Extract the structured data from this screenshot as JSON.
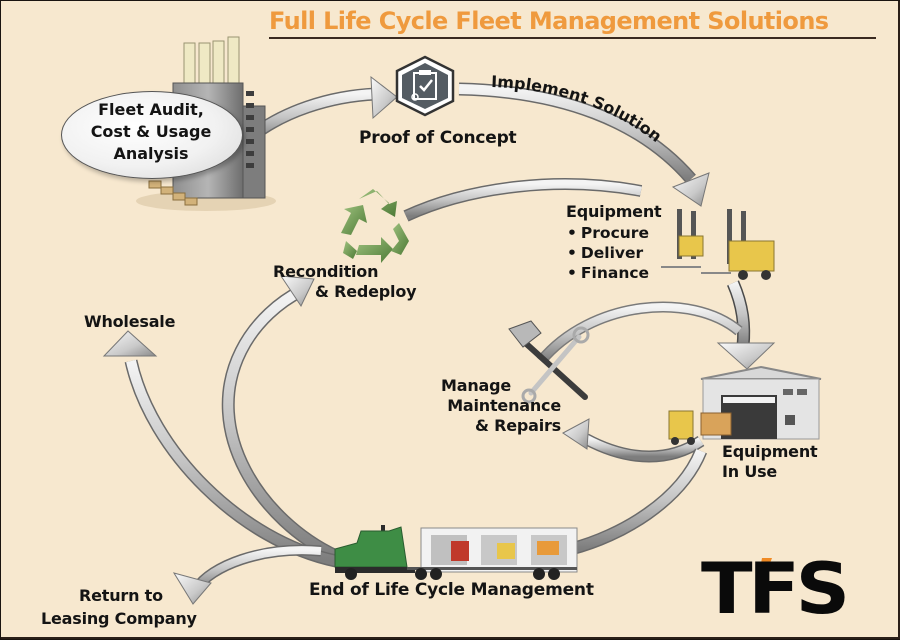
{
  "title": "Full Life Cycle Fleet Management Solutions",
  "colors": {
    "background": "#f7e8cf",
    "title": "#ef9a3e",
    "arrow": "#c8c8c8",
    "recycle": "#6f9a52",
    "truck_cab": "#3e8d45",
    "logo_accent": "#f08a24",
    "text": "#141414"
  },
  "stages": {
    "audit": {
      "lines": [
        "Fleet Audit,",
        "Cost & Usage",
        "Analysis"
      ],
      "icon": "factory-icon"
    },
    "proof_of_concept": {
      "label": "Proof of Concept",
      "icon": "clipboard-check-icon"
    },
    "implement": {
      "label": "Implement Solution"
    },
    "equipment": {
      "label": "Equipment",
      "bullets": [
        "Procure",
        "Deliver",
        "Finance"
      ],
      "icon": "forklift-icon"
    },
    "in_use": {
      "lines": [
        "Equipment",
        "In Use"
      ],
      "icon": "warehouse-icon"
    },
    "maintenance": {
      "lines": [
        "Manage",
        "Maintenance",
        "& Repairs"
      ],
      "icon": "tools-icon"
    },
    "end_of_life": {
      "label": "End of Life Cycle Management",
      "icon": "truck-icon"
    },
    "recondition": {
      "lines": [
        "Recondition",
        "& Redeploy"
      ],
      "icon": "recycle-icon"
    },
    "wholesale": {
      "label": "Wholesale"
    },
    "return": {
      "lines": [
        "Return to",
        "Leasing Company"
      ]
    }
  },
  "logo": {
    "text": "TFS"
  }
}
